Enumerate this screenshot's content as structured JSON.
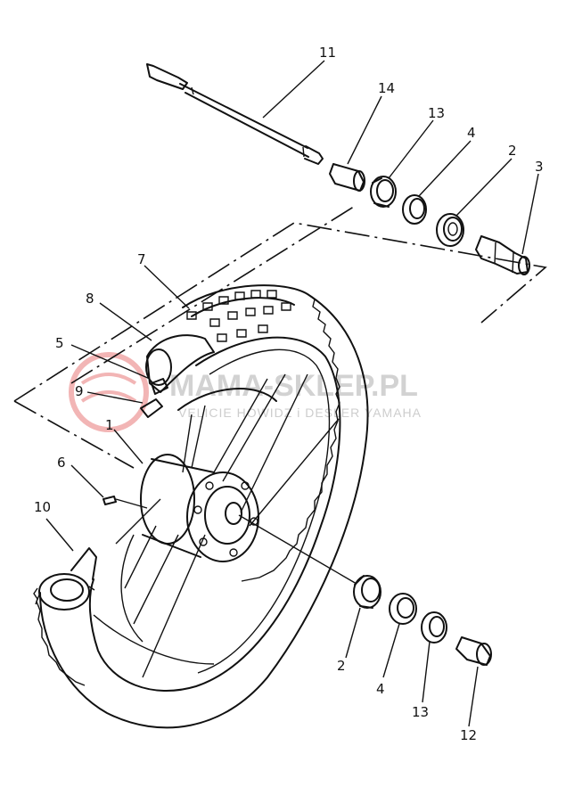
{
  "callouts": {
    "c11": "11",
    "c14": "14",
    "c13a": "13",
    "c4a": "4",
    "c2a": "2",
    "c3": "3",
    "c7": "7",
    "c8": "8",
    "c5": "5",
    "c9": "9",
    "c1": "1",
    "c6": "6",
    "c10": "10",
    "c2b": "2",
    "c4b": "4",
    "c13b": "13",
    "c12": "12"
  },
  "watermark": {
    "main": "MAMA-SKLEP.PL",
    "sub": "VELICIE HOWIDZ i DESLER YAMAHA"
  }
}
